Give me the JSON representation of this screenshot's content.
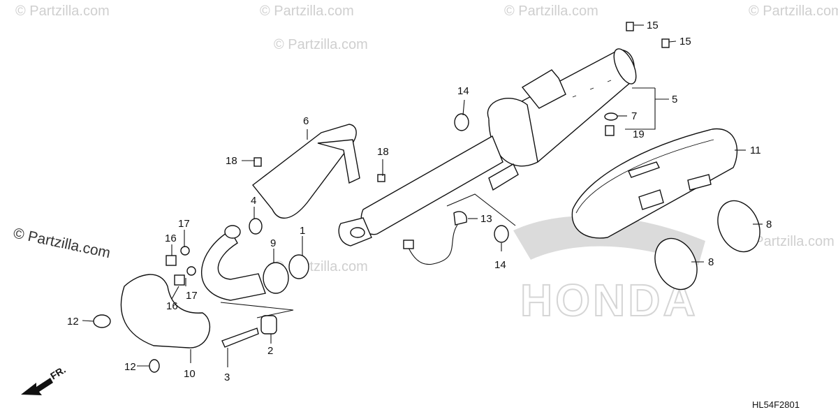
{
  "watermarks": [
    "© Partzilla.com",
    "© Partzilla.com",
    "© Partzilla.com",
    "© Partzilla.com",
    "© Partzilla.com",
    "© Partzilla.com",
    "© Partzilla.com"
  ],
  "brand_watermark": "© Partzilla.com",
  "background_logo": "HONDA",
  "diagram_code": "HL54F2801",
  "direction_label": "FR.",
  "callouts": [
    {
      "id": "c1",
      "text": "1"
    },
    {
      "id": "c2",
      "text": "2"
    },
    {
      "id": "c3",
      "text": "3"
    },
    {
      "id": "c4",
      "text": "4"
    },
    {
      "id": "c5",
      "text": "5"
    },
    {
      "id": "c6",
      "text": "6"
    },
    {
      "id": "c7",
      "text": "7"
    },
    {
      "id": "c8a",
      "text": "8"
    },
    {
      "id": "c8b",
      "text": "8"
    },
    {
      "id": "c9",
      "text": "9"
    },
    {
      "id": "c10",
      "text": "10"
    },
    {
      "id": "c11",
      "text": "11"
    },
    {
      "id": "c12a",
      "text": "12"
    },
    {
      "id": "c12b",
      "text": "12"
    },
    {
      "id": "c13",
      "text": "13"
    },
    {
      "id": "c14a",
      "text": "14"
    },
    {
      "id": "c14b",
      "text": "14"
    },
    {
      "id": "c15a",
      "text": "15"
    },
    {
      "id": "c15b",
      "text": "15"
    },
    {
      "id": "c16a",
      "text": "16"
    },
    {
      "id": "c16b",
      "text": "16"
    },
    {
      "id": "c17a",
      "text": "17"
    },
    {
      "id": "c17b",
      "text": "17"
    },
    {
      "id": "c18a",
      "text": "18"
    },
    {
      "id": "c18b",
      "text": "18"
    },
    {
      "id": "c19",
      "text": "19"
    }
  ]
}
